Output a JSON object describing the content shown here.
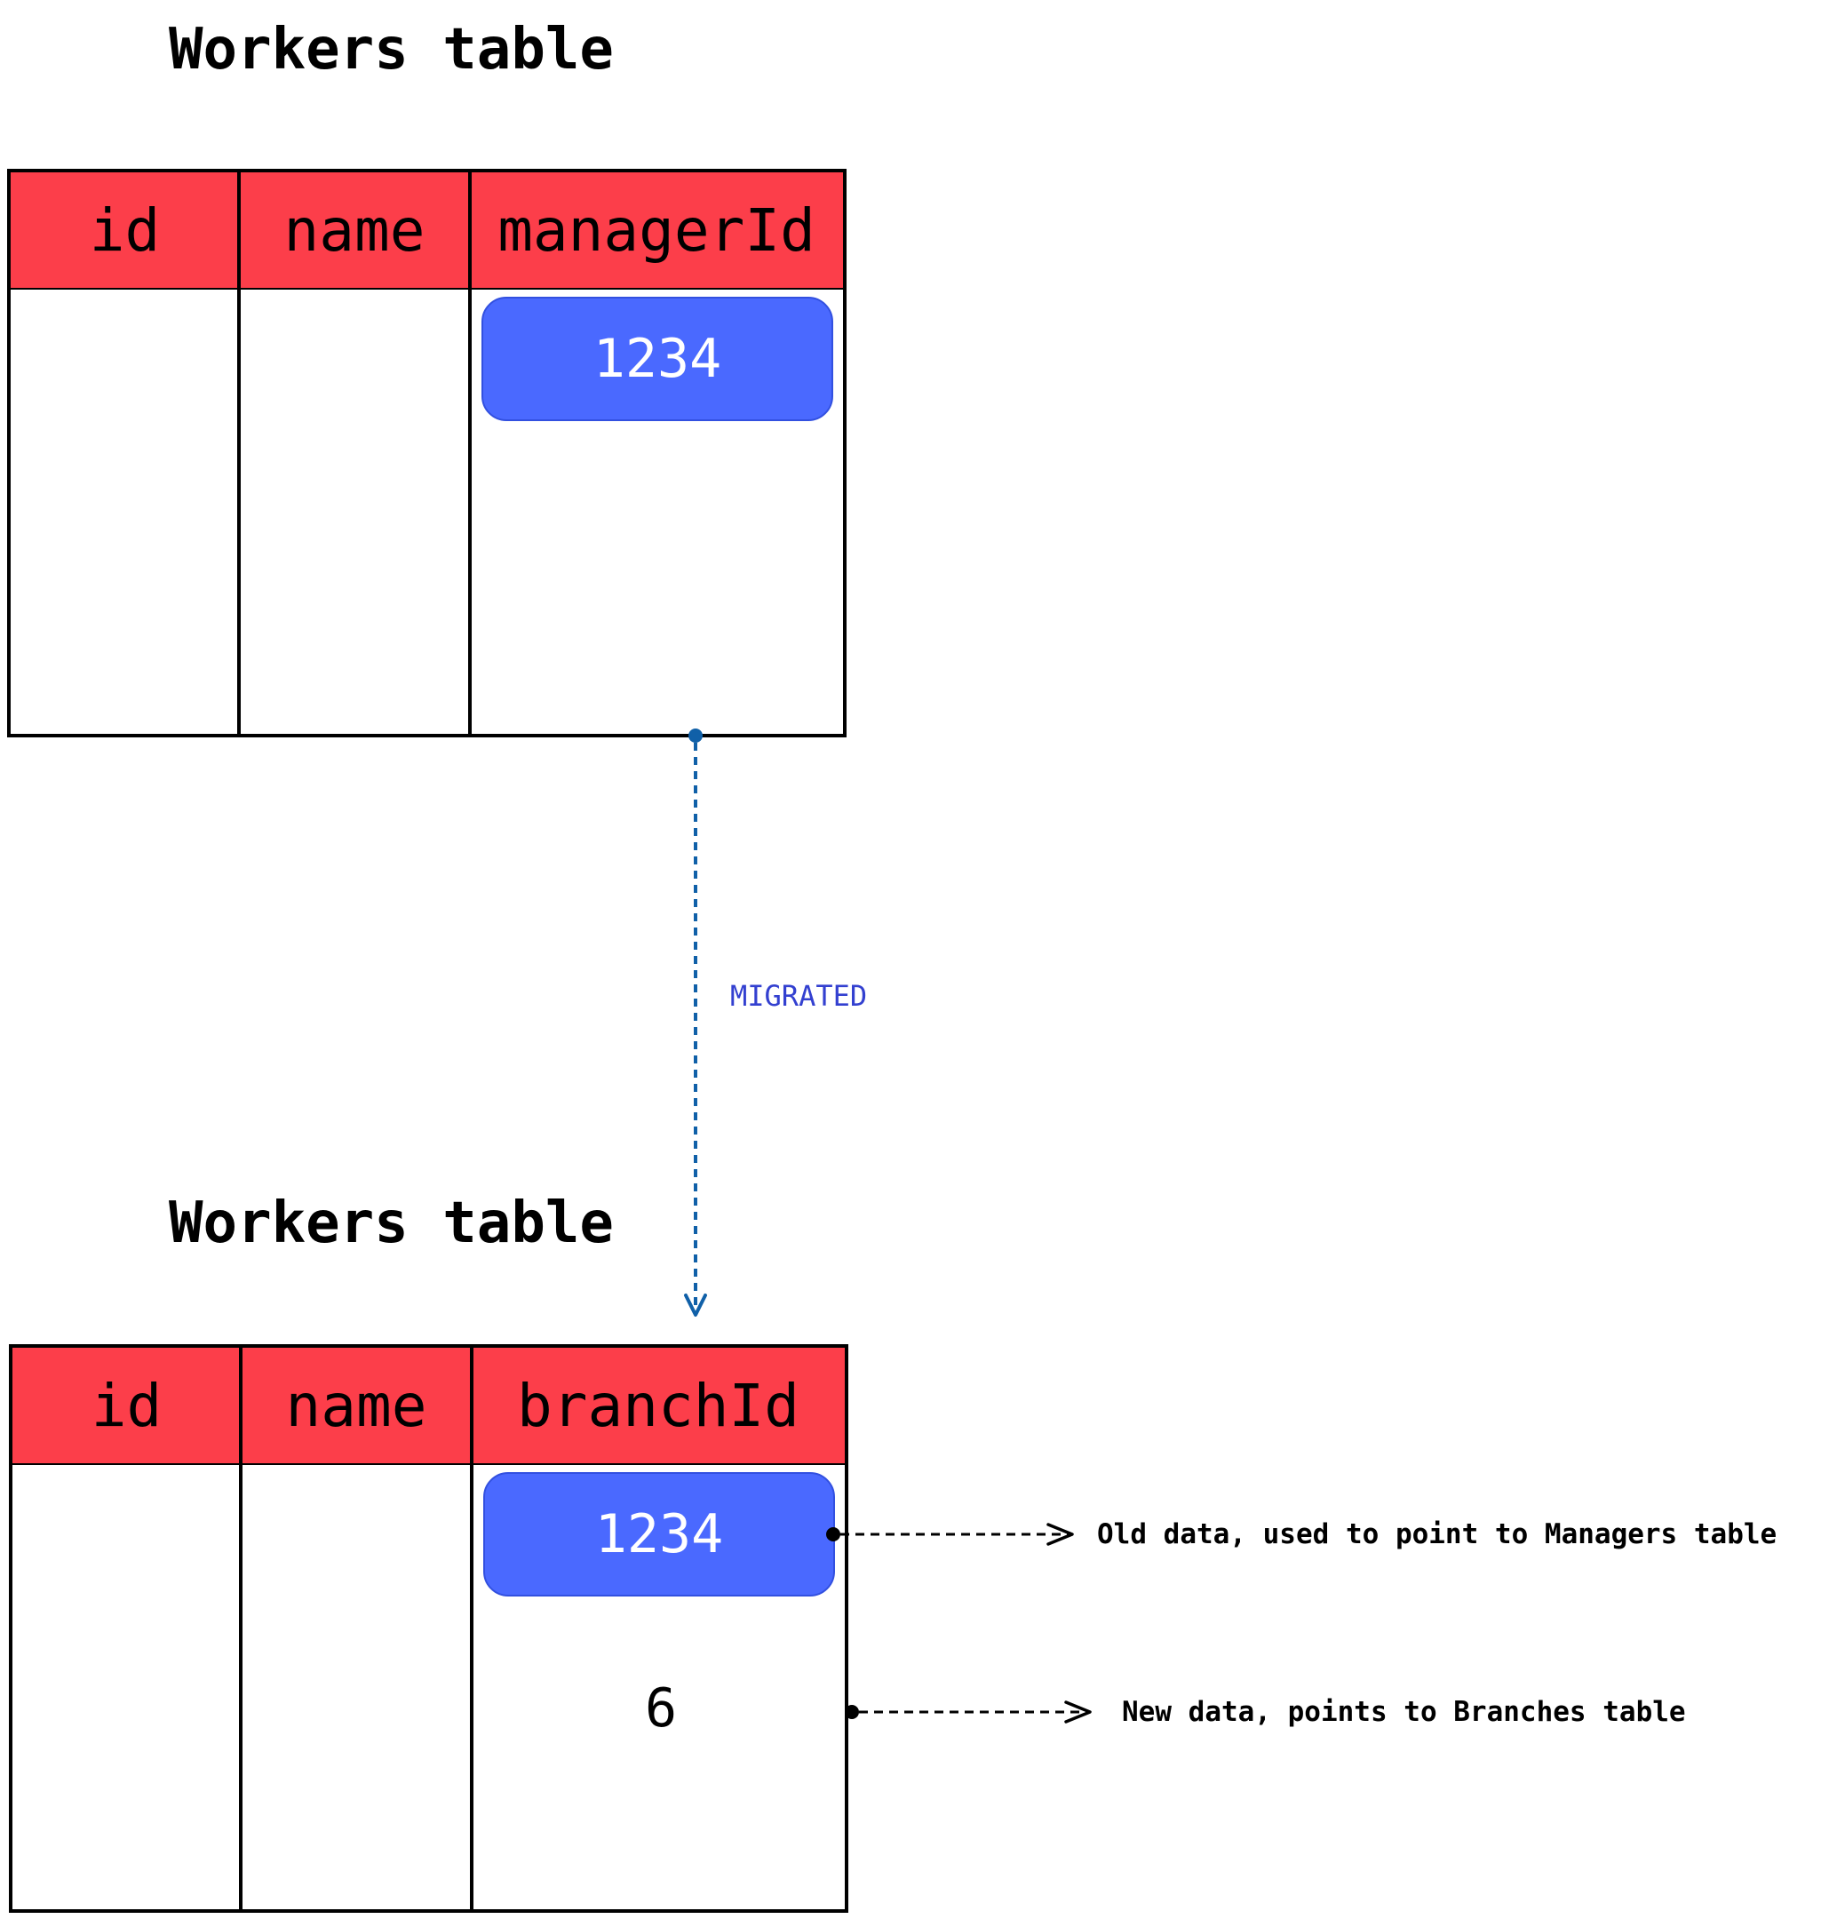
{
  "top_table": {
    "title": "Workers table",
    "columns": [
      "id",
      "name",
      "managerId"
    ],
    "chip_value": "1234"
  },
  "migration": {
    "label": "MIGRATED",
    "color": "#1060a8"
  },
  "bottom_table": {
    "title": "Workers table",
    "columns": [
      "id",
      "name",
      "branchId"
    ],
    "chip_value": "1234",
    "new_value": "6"
  },
  "notes": {
    "old_data": "Old data, used to point to Managers table",
    "new_data": "New data, points to Branches table"
  },
  "colors": {
    "header_red": "#fc3e4a",
    "chip_blue": "#4a69ff",
    "label_blue": "#3340d0"
  }
}
